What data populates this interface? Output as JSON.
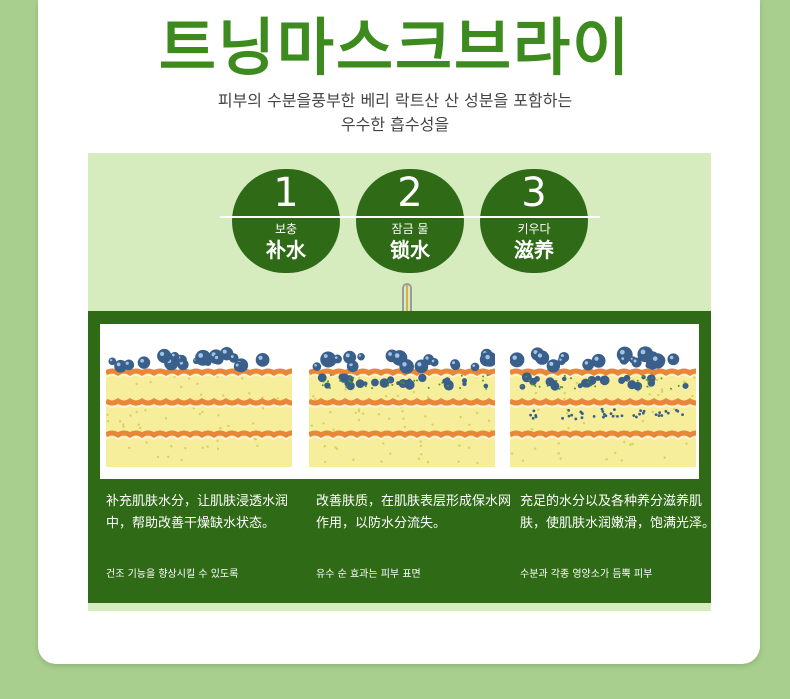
{
  "header": {
    "title": "트닝마스크브라이",
    "subtitle_line1": "피부의 수분을풍부한 베리 락트산 산 성분을 포함하는",
    "subtitle_line2": "우수한 흡수성을"
  },
  "steps": [
    {
      "number": "1",
      "ko": "보충",
      "zh": "补水",
      "desc": "补充肌肤水分，让肌肤浸透水润中，帮助改善干燥缺水状态。",
      "note": "건조 기능을 향상시킬 수 있도록"
    },
    {
      "number": "2",
      "ko": "잠금 물",
      "zh": "锁水",
      "desc": "改善肤质，在肌肤表层形成保水网作用，以防水分流失。",
      "note": "유수 순 효과는 피부 표면"
    },
    {
      "number": "3",
      "ko": "키우다",
      "zh": "滋养",
      "desc": "充足的水分以及各种养分滋养肌肤，使肌肤水润嫩滑，饱满光泽。",
      "note": "수분과 각종 영양소가 듬뿍 피부"
    }
  ],
  "colors": {
    "brand_green": "#3d8a1f",
    "dark_green": "#2f6a16",
    "panel_light_green": "#d6ecbf",
    "background_green": "#a9cf8e"
  },
  "icons": {
    "paperclip": "paperclip-icon",
    "illustration": "skin-layers-illustration"
  }
}
